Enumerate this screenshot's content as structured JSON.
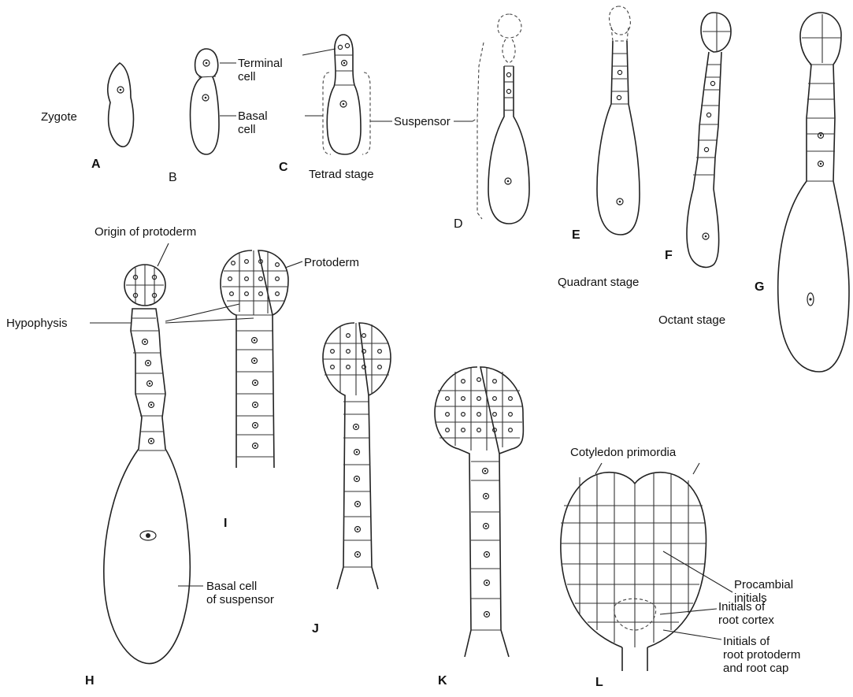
{
  "labels": {
    "zygote": "Zygote",
    "terminal_cell": "Terminal\ncell",
    "basal_cell": "Basal\ncell",
    "suspensor": "Suspensor",
    "tetrad_stage": "Tetrad stage",
    "origin_of_protoderm": "Origin of protoderm",
    "hypophysis": "Hypophysis",
    "protoderm": "Protoderm",
    "quadrant_stage": "Quadrant stage",
    "octant_stage": "Octant stage",
    "basal_cell_of_suspensor": "Basal cell\nof suspensor",
    "cotyledon_primordia": "Cotyledon primordia",
    "procambial_initials": "Procambial\ninitials",
    "initials_of_root_cortex": "Initials of\nroot cortex",
    "initials_of_root_protoderm": "Initials of\nroot protoderm\nand root cap"
  },
  "figure_letters": {
    "A": "A",
    "B": "B",
    "C": "C",
    "D": "D",
    "E": "E",
    "F": "F",
    "G": "G",
    "H": "H",
    "I": "I",
    "J": "J",
    "K": "K",
    "L": "L"
  }
}
